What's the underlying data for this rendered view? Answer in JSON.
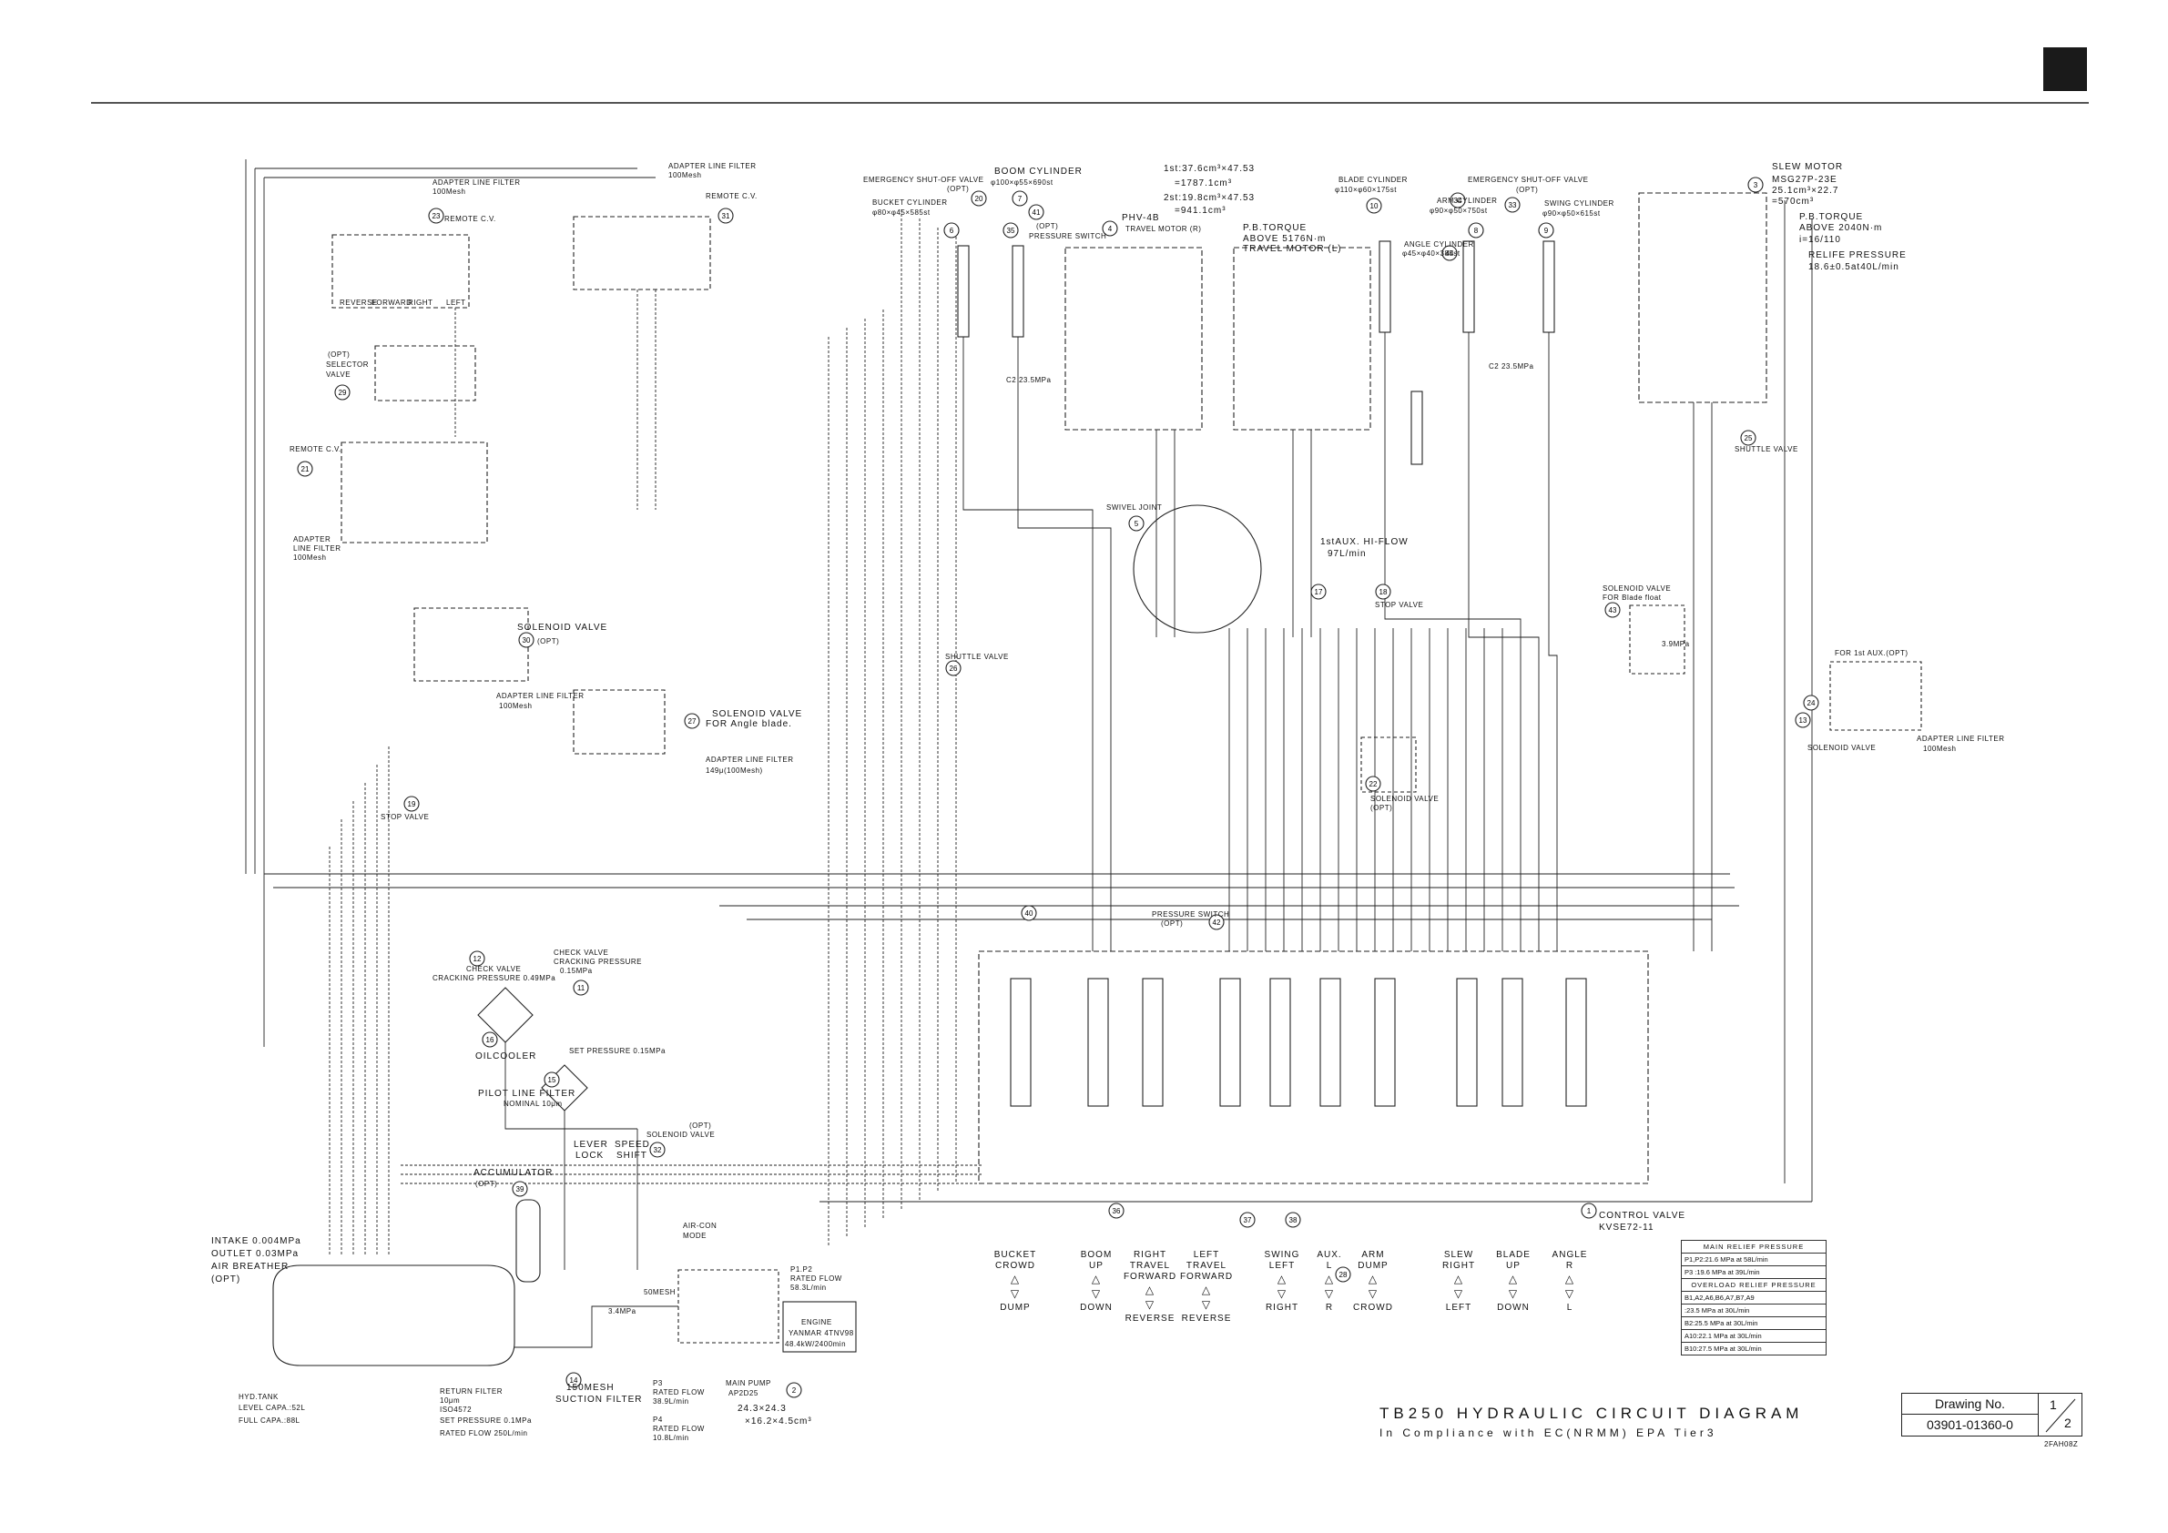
{
  "title": "TB250 HYDRAULIC CIRCUIT DIAGRAM",
  "subtitle": "In Compliance with EC(NRMM) EPA Tier3",
  "drawing": {
    "label": "Drawing No.",
    "number": "03901-01360-0",
    "sheet": "1",
    "of": "2",
    "code": "2FAH08Z"
  },
  "top_labels": {
    "emergency_shutoff": "EMERGENCY SHUT-OFF VALVE",
    "opt": "(OPT)",
    "bucket_cyl": "BUCKET CYLINDER",
    "bucket_dim": "φ80×φ45×585st",
    "boom_cyl": "BOOM CYLINDER",
    "boom_dim": "φ100×φ55×690st",
    "pressure_switch_opt": "(OPT)",
    "pressure_switch": "PRESSURE SWITCH",
    "travel_spec1": "1st:37.6cm³×47.53",
    "travel_spec2": "=1787.1cm³",
    "travel_spec3": "2st:19.8cm³×47.53",
    "travel_spec4": "=941.1cm³",
    "phv": "PHV-4B",
    "travel_motor_r": "TRAVEL MOTOR (R)",
    "pb_torque": "P.B.TORQUE",
    "pb_torque_val": "ABOVE 5176N·m",
    "travel_motor_l": "TRAVEL MOTOR (L)",
    "blade_cyl": "BLADE CYLINDER",
    "blade_dim": "φ110×φ60×175st",
    "emergency_shutoff_2": "EMERGENCY SHUT-OFF VALVE",
    "opt_2": "(OPT)",
    "arm_cyl": "ARM CYLINDER",
    "arm_dim": "φ90×φ50×750st",
    "swing_cyl": "SWING CYLINDER",
    "swing_dim": "φ90×φ50×615st",
    "angle_cyl": "ANGLE CYLINDER",
    "angle_dim": "φ45×φ40×385st",
    "slew_motor": "SLEW MOTOR",
    "slew_model": "MSG27P-23E",
    "slew_disp1": "25.1cm³×22.7",
    "slew_disp2": "=570cm³",
    "slew_pb_torque": "P.B.TORQUE",
    "slew_pb_val": "ABOVE 2040N·m",
    "slew_ratio": "i=16/110",
    "relief_pressure": "RELIFE PRESSURE",
    "relief_val": "18.6±0.5at40L/min",
    "shuttle_valve": "SHUTTLE VALVE",
    "c2_235": "C2 23.5MPa",
    "c2_235_b": "C2 23.5MPa"
  },
  "left_labels": {
    "adapter_filter_1": "ADAPTER LINE FILTER",
    "adapter_filter_1b": "100Mesh",
    "adapter_filter_2": "ADAPTER LINE FILTER",
    "adapter_filter_2b": "100Mesh",
    "remote_cv_1": "REMOTE C.V.",
    "remote_cv_2": "REMOTE C.V.",
    "remote_cv_3": "REMOTE C.V.",
    "reverse": "REVERSE",
    "forward": "FORWARD",
    "right": "RIGHT",
    "left": "LEFT",
    "selector_opt": "(OPT)",
    "selector": "SELECTOR",
    "valve": "VALVE",
    "adapter_filter_3": "ADAPTER",
    "adapter_filter_3b": "LINE FILTER",
    "adapter_filter_3c": "100Mesh",
    "solenoid_valve_1": "SOLENOID VALVE",
    "solenoid_opt": "(OPT)",
    "adapter_filter_4": "ADAPTER LINE FILTER",
    "adapter_filter_4b": "100Mesh",
    "solenoid_angle": "SOLENOID VALVE",
    "solenoid_angle_b": "FOR Angle blade.",
    "adapter_filter_5": "ADAPTER LINE FILTER",
    "adapter_filter_5b": "149μ(100Mesh)",
    "stop_valve": "STOP VALVE",
    "check_valve_1": "CHECK VALVE",
    "check_valve_1b": "CRACKING PRESSURE",
    "check_valve_1c": "0.15MPa",
    "check_valve_2": "CHECK VALVE",
    "check_valve_2b": "CRACKING PRESSURE 0.49MPa",
    "oilcooler": "OILCOOLER",
    "set_pressure": "SET PRESSURE 0.15MPa",
    "pilot_filter": "PILOT LINE FILTER",
    "pilot_filter_b": "NOMINAL 10μm",
    "accumulator": "ACCUMULATOR",
    "accumulator_opt": "(OPT)",
    "lever_lock": "LEVER",
    "lever_lock_b": "LOCK",
    "speed_shift": "SPEED",
    "speed_shift_b": "SHIFT",
    "solenoid_opt_2": "(OPT)",
    "solenoid_valve_2": "SOLENOID VALVE",
    "air_con": "AIR-CON",
    "air_con_b": "MODE",
    "intake": "INTAKE 0.004MPa",
    "outlet": "OUTLET 0.03MPa",
    "air_breather": "AIR BREATHER",
    "air_breather_opt": "(OPT)",
    "hyd_tank": "HYD.TANK",
    "level_capa": "LEVEL CAPA.:52L",
    "full_capa": "FULL CAPA.:88L",
    "return_filter": "RETURN FILTER",
    "return_filter_b": "10μm",
    "return_filter_c": "ISO4572",
    "return_filter_d": "SET PRESSURE 0.1MPa",
    "return_filter_e": "RATED FLOW 250L/min",
    "suction_filter": "150MESH",
    "suction_filter_b": "SUCTION FILTER",
    "p3_flow": "P3",
    "p3_flow_b": "RATED FLOW",
    "p3_flow_c": "38.9L/min",
    "p4_flow": "P4",
    "p4_flow_b": "RATED FLOW",
    "p4_flow_c": "10.8L/min",
    "main_pump": "MAIN PUMP",
    "main_pump_b": "AP2D25",
    "main_pump_c": "24.3×24.3",
    "main_pump_d": "×16.2×4.5cm³",
    "p1p2": "P1.P2",
    "p1p2_b": "RATED FLOW",
    "p1p2_c": "58.3L/min",
    "engine": "ENGINE",
    "engine_b": "YANMAR 4TNV98",
    "engine_c": "48.4kW/2400min",
    "mesh_50": "50MESH",
    "swivel_joint": "SWIVEL JOINT",
    "aux_hiflow": "1stAUX. HI-FLOW",
    "aux_flow": "97L/min",
    "stop_valve_2": "STOP VALVE",
    "shuttle_valve_2": "SHUTTLE VALVE",
    "solenoid_blade": "SOLENOID VALVE",
    "solenoid_blade_b": "FOR Blade float",
    "for_aux": "FOR 1st AUX.(OPT)",
    "solenoid_valve_3": "SOLENOID VALVE",
    "adapter_filter_6": "ADAPTER LINE FILTER",
    "adapter_filter_6b": "100Mesh",
    "solenoid_valve_4": "SOLENOID VALVE",
    "solenoid_valve_4b": "(OPT)",
    "pressure_switch_2": "PRESSURE SWITCH",
    "pressure_switch_2b": "(OPT)",
    "control_valve": "CONTROL VALVE",
    "control_valve_b": "KVSE72-11",
    "mpa_35": "3.9MPa",
    "mpa_34": "3.4MPa"
  },
  "bottom_functions": [
    {
      "top": "BUCKET",
      "top2": "CROWD",
      "bottom": "DUMP"
    },
    {
      "top": "BOOM",
      "top2": "UP",
      "bottom": "DOWN"
    },
    {
      "top": "RIGHT TRAVEL",
      "top2": "FORWARD",
      "bottom": "REVERSE"
    },
    {
      "top": "LEFT TRAVEL",
      "top2": "FORWARD",
      "bottom": "REVERSE"
    },
    {
      "top": "SWING",
      "top2": "LEFT",
      "bottom": "RIGHT"
    },
    {
      "top": "AUX.",
      "top2": "L",
      "bottom": "R"
    },
    {
      "top": "ARM",
      "top2": "DUMP",
      "bottom": "CROWD"
    },
    {
      "top": "SLEW",
      "top2": "RIGHT",
      "bottom": "LEFT"
    },
    {
      "top": "BLADE",
      "top2": "UP",
      "bottom": "DOWN"
    },
    {
      "top": "ANGLE",
      "top2": "R",
      "bottom": "L"
    }
  ],
  "relief_table": {
    "main_header": "MAIN RELIEF PRESSURE",
    "main_rows": [
      "P1,P2:21.6 MPa at 58L/min",
      "P3 :19.6 MPa at 39L/min"
    ],
    "overload_header": "OVERLOAD RELIEF PRESSURE",
    "overload_rows": [
      "B1,A2,A6,B6,A7,B7,A9",
      ":23.5 MPa at 30L/min",
      "B2:25.5 MPa at 30L/min",
      "A10:22.1 MPa at 30L/min",
      "B10:27.5 MPa at 30L/min"
    ]
  },
  "part_numbers": [
    "1",
    "2",
    "3",
    "4",
    "5",
    "6",
    "7",
    "8",
    "9",
    "10",
    "11",
    "12",
    "13",
    "14",
    "15",
    "16",
    "17",
    "18",
    "19",
    "20",
    "21",
    "22",
    "23",
    "24",
    "25",
    "26",
    "27",
    "28",
    "29",
    "30",
    "31",
    "32",
    "33",
    "34",
    "35",
    "36",
    "37",
    "38",
    "39",
    "40",
    "41",
    "42",
    "43",
    "44"
  ]
}
